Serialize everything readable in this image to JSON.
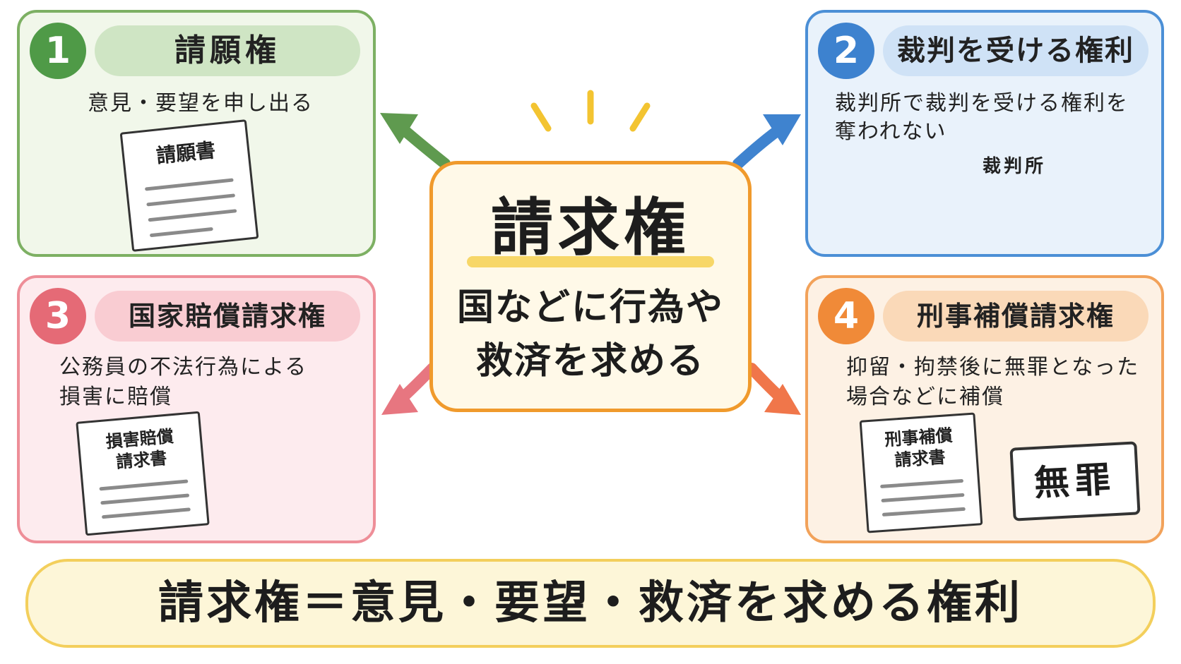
{
  "center": {
    "title": "請求権",
    "subtitle_line1": "国などに行為や",
    "subtitle_line2": "救済を求める"
  },
  "cards": [
    {
      "number": "1",
      "title": "請願権",
      "desc_lines": [
        "意見・要望を申し出る"
      ],
      "doc_lines": [
        "請願書"
      ]
    },
    {
      "number": "2",
      "title": "裁判を受ける権利",
      "desc_lines": [
        "裁判所で裁判を受ける権利を",
        "奪われない"
      ],
      "building_label": "裁判所"
    },
    {
      "number": "3",
      "title": "国家賠償請求権",
      "desc_lines": [
        "公務員の不法行為による",
        "損害に賠償"
      ],
      "doc_lines": [
        "損害賠償",
        "請求書"
      ]
    },
    {
      "number": "4",
      "title": "刑事補償請求権",
      "desc_lines": [
        "抑留・拘禁後に無罪となった",
        "場合などに補償"
      ],
      "doc_lines": [
        "刑事補償",
        "請求書"
      ],
      "stamp": "無罪"
    }
  ],
  "summary": "請求権＝意見・要望・救済を求める権利",
  "colors": {
    "card1": "#7db063",
    "card2": "#4b8fd6",
    "card3": "#ee8e98",
    "card4": "#f2a25a",
    "center_border": "#f09a2c",
    "accent_yellow": "#f3c431"
  },
  "icons": [
    "document-icon",
    "courthouse-icon",
    "diet-building-icon",
    "arrow-icon",
    "sparkle-icon",
    "tree-icon"
  ]
}
